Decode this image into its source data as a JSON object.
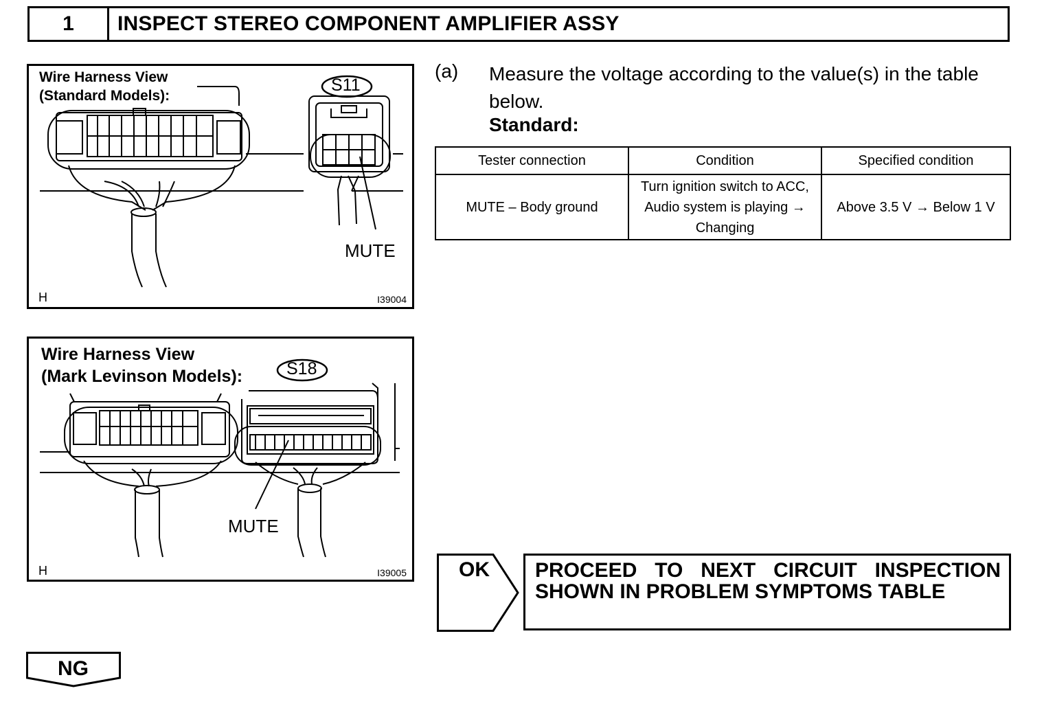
{
  "step": {
    "number": "1",
    "title": "INSPECT STEREO COMPONENT AMPLIFIER ASSY"
  },
  "figure1": {
    "title_line1": "Wire Harness View",
    "title_line2": "(Standard Models):",
    "connector": "S11",
    "pin_label": "MUTE",
    "corner_letter": "H",
    "figure_id": "I39004"
  },
  "figure2": {
    "title_line1": "Wire Harness View",
    "title_line2": "(Mark Levinson Models):",
    "connector": "S18",
    "pin_label": "MUTE",
    "corner_letter": "H",
    "figure_id": "I39005"
  },
  "instruction": {
    "marker": "(a)",
    "text": "Measure the voltage according to the value(s) in the table below.",
    "standard_label": "Standard:"
  },
  "spec_table": {
    "headers": [
      "Tester connection",
      "Condition",
      "Specified condition"
    ],
    "rows": [
      {
        "tester_connection": "MUTE – Body ground",
        "condition": "Turn ignition switch to ACC, Audio system is playing → Changing",
        "specified_condition": "Above 3.5 V → Below 1 V"
      }
    ]
  },
  "result_ok": {
    "label": "OK",
    "action_line1": "PROCEED TO NEXT CIRCUIT INSPECTION",
    "action_line2": "SHOWN IN PROBLEM SYMPTOMS TABLE"
  },
  "result_ng": {
    "label": "NG"
  }
}
